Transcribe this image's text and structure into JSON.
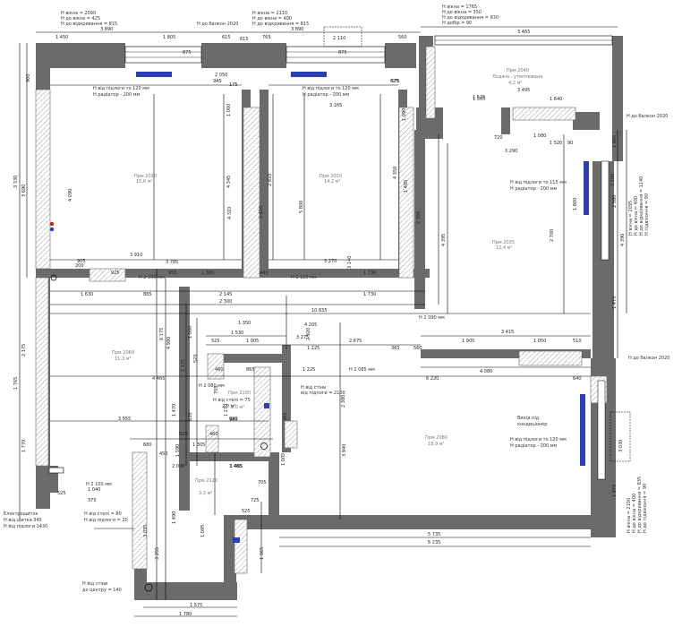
{
  "top_notes": {
    "window_left": [
      "H вікна = 2090",
      "H до вікна = 425",
      "H до відкривання = 815"
    ],
    "balcony_left": "Н до балкон 2020",
    "window_mid": [
      "H вікна = 2110",
      "H до вікна = 400",
      "H до відкривання = 815"
    ],
    "window_right": [
      "H вікна = 1765",
      "H до вікна = 350",
      "H до відкривання = 830",
      "H добір = 90"
    ]
  },
  "rooms": [
    {
      "id": "bedroom-left",
      "name": "Прм 2020",
      "area": "15,6 м²"
    },
    {
      "id": "bedroom-mid",
      "name": "Прм 2010",
      "area": "14,2 м²"
    },
    {
      "id": "balcony",
      "name": "Прм 2040",
      "sub": "Лоджія - утеплювана",
      "area": "4,2 м²"
    },
    {
      "id": "bedroom-right",
      "name": "Прм 2035",
      "area": "12,4 м²"
    },
    {
      "id": "corridor",
      "name": "Прм 2060",
      "area": "11,3 м²"
    },
    {
      "id": "bathroom",
      "name": "Прм 2100",
      "area": "2,0 м²"
    },
    {
      "id": "wc",
      "name": "Прм 2120",
      "area": "3,3 м²"
    },
    {
      "id": "living",
      "name": "Прм 2080",
      "area": "18,9 м²"
    }
  ],
  "notes": {
    "rad_left": [
      "H від підлоги то 120 мм",
      "H радіатор - 200 мм"
    ],
    "rad_mid": [
      "H від підлоги то 120 мм",
      "H радіатор - 200 мм"
    ],
    "rad_right": [
      "H від підлоги то 115 мм",
      "H радіатор - 200 мм"
    ],
    "rad_bottom": [
      "H від підлоги то 120 мм",
      "H радіатор - 200 мм"
    ],
    "balcony_right": "Н до балкон 2020",
    "balcony_right2": "Н до балкон 2020",
    "window_right_side": [
      "H вікна = 2095",
      "H до вікна = 400",
      "H до відкривання = 1140",
      "H підвіконня = 90"
    ],
    "window_bottom_side": [
      "H вікна = 2100",
      "H до вікна = 400",
      "H до відкривання = 835",
      "H до підвіконня = 90"
    ],
    "door_h1": "H 2 100 мм",
    "door_h2": "H 2 125 мм",
    "door_h3": "H 2 090 мм",
    "door_h4": "H 2 080 мм",
    "door_h5": "H 2 085 мм",
    "door_h6": "H 2 100 мм",
    "bath_note": [
      "H від стіни",
      "від підлоги = 2100"
    ],
    "bath_note2": [
      "H від стелі = 75",
      "2,0 м²"
    ],
    "panel": [
      "Електрощиток",
      "H від щитка 345",
      "H від підлоги 1430"
    ],
    "panel2": [
      "H від стелі = 80",
      "H від підлоги = 20"
    ],
    "floor_note": [
      "H від стіни",
      "до центру = 140"
    ],
    "aircon": [
      "Вихід під",
      "кондиціонер"
    ]
  },
  "dims": {
    "top": [
      "1 450",
      "3 890",
      "1 805",
      "615",
      "765",
      "3 890",
      "560",
      "3 465"
    ],
    "top2": [
      "875",
      "2 110",
      "875"
    ],
    "inner": [
      "945",
      "2 050",
      "575",
      "1 525",
      "3 495",
      "1 505",
      "1 640",
      "3 165"
    ],
    "row2": [
      "3 290",
      "720",
      "1 080",
      "1 520",
      "90"
    ],
    "left_vert": [
      "900",
      "3 330",
      "3 690",
      "2 175",
      "1 765",
      "1 770"
    ],
    "v_mid": [
      "4 090",
      "1 000",
      "4 345",
      "2 810",
      "4 310",
      "2 610",
      "5 800",
      "4 350",
      "2 356",
      "1 090"
    ],
    "v_right": [
      "4 395",
      "2 700",
      "4 390",
      "1 800",
      "1 475",
      "1 805",
      "2 580",
      "1 975"
    ],
    "h_mid": [
      "3 910",
      "3 785",
      "1 385",
      "940",
      "3 270",
      "1 730",
      "905",
      "925"
    ],
    "h_mid2": [
      "1 630",
      "885",
      "2 145",
      "2 300",
      "1 730",
      "10 835",
      "4 205"
    ],
    "corr": [
      "1 530",
      "525",
      "1 005",
      "3 275",
      "1 225",
      "2 675",
      "365",
      "1 905",
      "3 415",
      "1 050",
      "510",
      "460",
      "865",
      "1 225",
      "4 080"
    ],
    "corr2": [
      "6 220",
      "4 465",
      "3 955",
      "990",
      "1 465",
      "2 380",
      "1 125"
    ],
    "bath": [
      "705",
      "1 270",
      "980",
      "965",
      "1 465",
      "2 000"
    ],
    "lower": [
      "680",
      "450",
      "1 305",
      "460",
      "925",
      "1 005",
      "1 490",
      "1 095",
      "725",
      "525",
      "705",
      "1 365"
    ],
    "bottom": [
      "5 735",
      "6 235",
      "1 575",
      "1 780",
      "3 035",
      "3 255"
    ],
    "tiny": [
      "200",
      "525",
      "375",
      "175",
      "955",
      "1 350",
      "1 040",
      "3 140",
      "2 920",
      "1 470",
      "1 590",
      "830",
      "520",
      "4 980",
      "1 000",
      "6 175",
      "3 030",
      "2 100",
      "1 485",
      "615",
      "640",
      "675",
      "560",
      "3 940"
    ]
  },
  "colors": {
    "wall": "#6b6b6b",
    "radiator": "#2b3fb5",
    "pipe_red": "#d21a1a",
    "pipe_blue": "#1a3fd2"
  }
}
